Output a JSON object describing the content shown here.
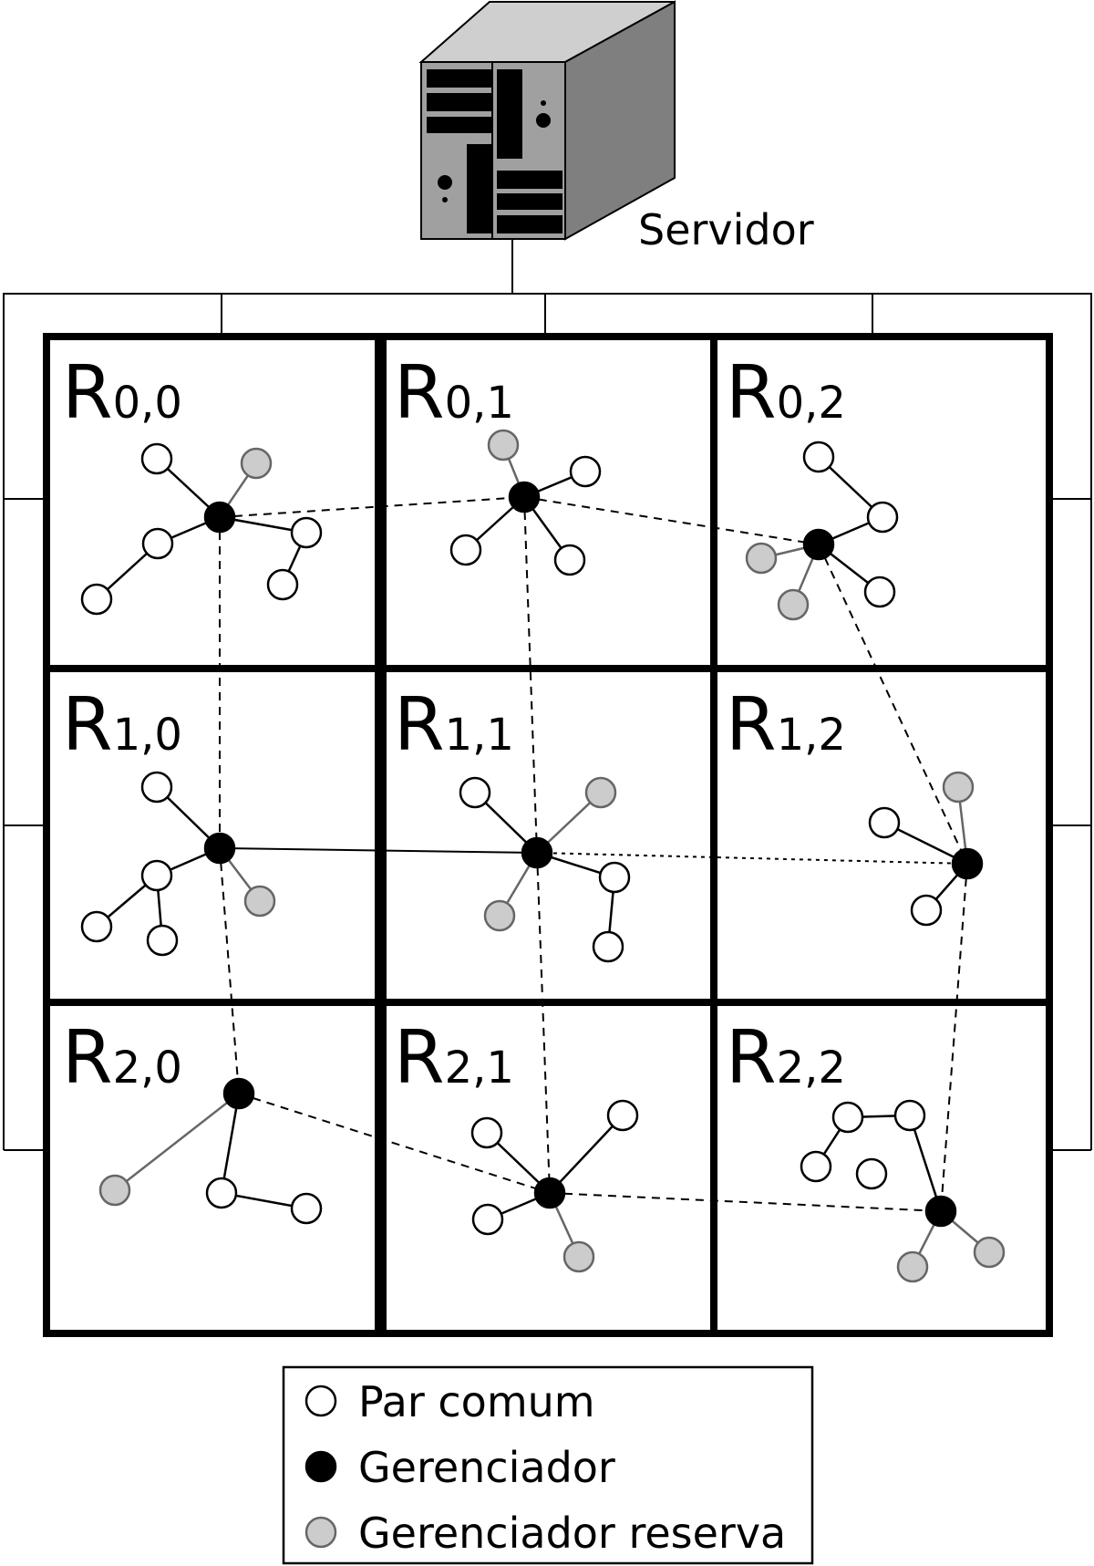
{
  "server": {
    "label": "Servidor"
  },
  "regions": [
    {
      "id": "R00",
      "letter": "R",
      "sub": "0,0"
    },
    {
      "id": "R01",
      "letter": "R",
      "sub": "0,1"
    },
    {
      "id": "R02",
      "letter": "R",
      "sub": "0,2"
    },
    {
      "id": "R10",
      "letter": "R",
      "sub": "1,0"
    },
    {
      "id": "R11",
      "letter": "R",
      "sub": "1,1"
    },
    {
      "id": "R12",
      "letter": "R",
      "sub": "1,2"
    },
    {
      "id": "R20",
      "letter": "R",
      "sub": "2,0"
    },
    {
      "id": "R21",
      "letter": "R",
      "sub": "2,1"
    },
    {
      "id": "R22",
      "letter": "R",
      "sub": "2,2"
    }
  ],
  "legend": {
    "items": [
      {
        "type": "peer",
        "label": "Par comum"
      },
      {
        "type": "manager",
        "label": "Gerenciador"
      },
      {
        "type": "backup",
        "label": "Gerenciador reserva"
      }
    ]
  },
  "node_types": {
    "peer": {
      "fill": "#ffffff",
      "stroke": "#000000"
    },
    "manager": {
      "fill": "#000000",
      "stroke": "#000000"
    },
    "backup": {
      "fill": "#cccccc",
      "stroke": "#666666"
    }
  },
  "colors": {
    "server_front": "#a0a0a0",
    "server_side": "#7f7f7f",
    "server_top": "#cfcfcf",
    "backup_link": "#666666"
  }
}
